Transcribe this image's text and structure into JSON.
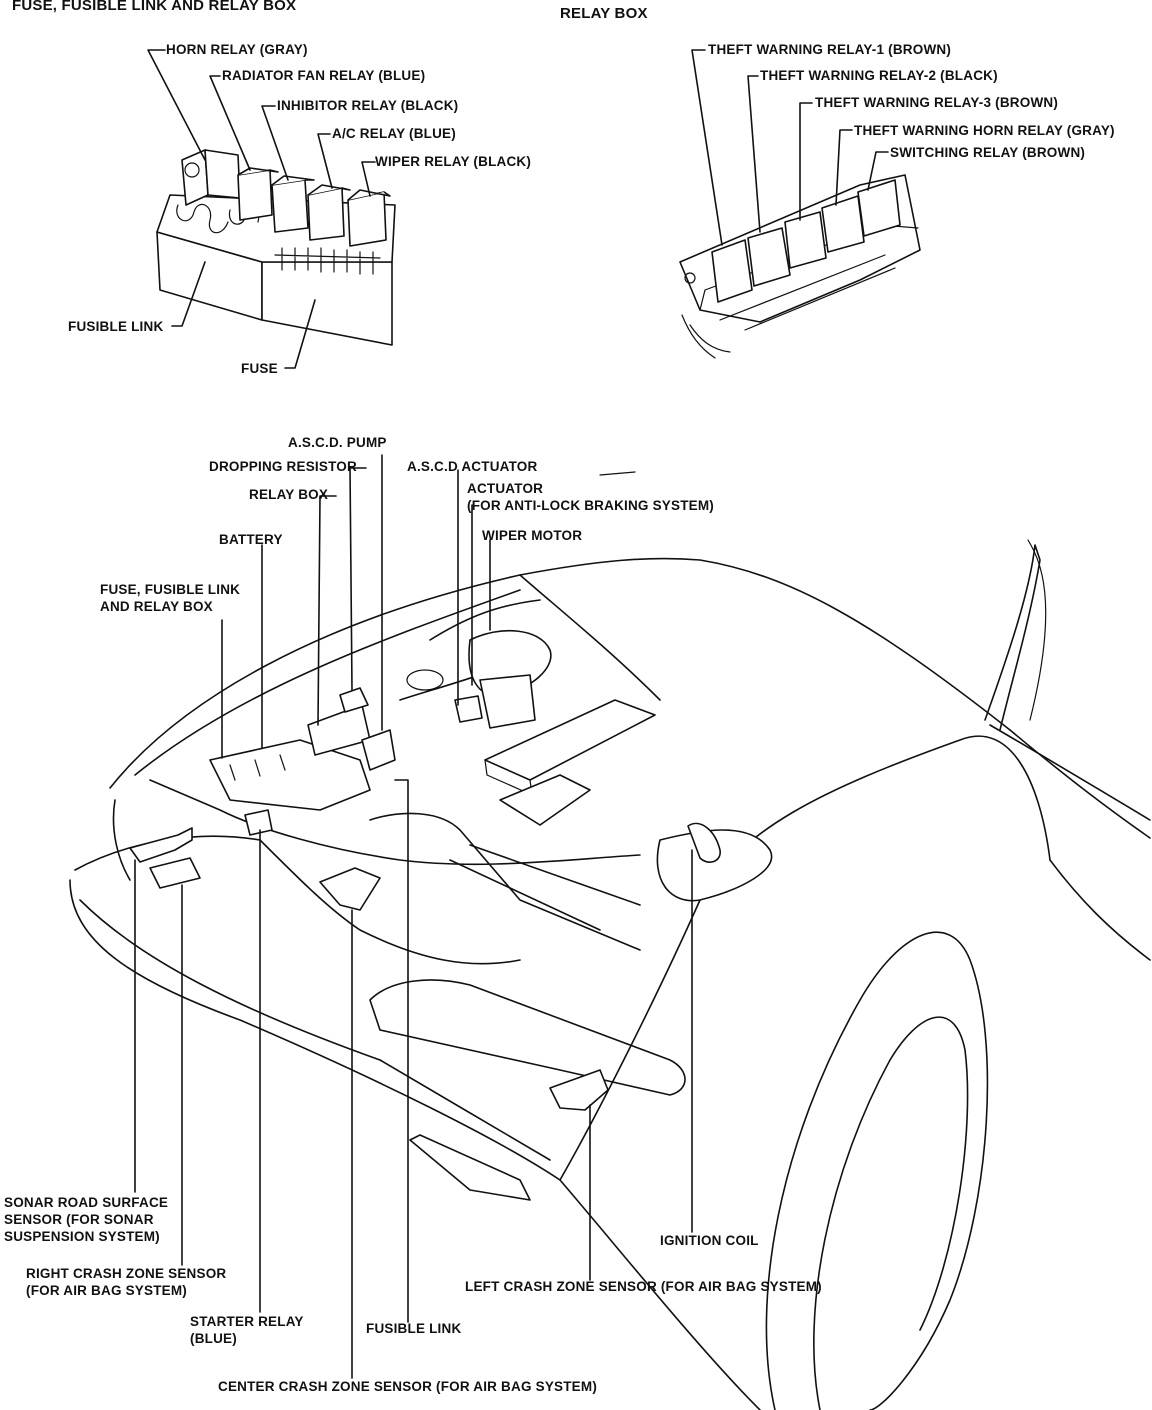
{
  "titles": {
    "fuse_box": "FUSE, FUSIBLE LINK AND RELAY BOX",
    "relay_box": "RELAY BOX"
  },
  "fuse_box_labels": {
    "horn_relay": "HORN RELAY (GRAY)",
    "radiator_fan_relay": "RADIATOR FAN RELAY (BLUE)",
    "inhibitor_relay": "INHIBITOR RELAY (BLACK)",
    "ac_relay": "A/C RELAY (BLUE)",
    "wiper_relay": "WIPER RELAY (BLACK)",
    "fusible_link": "FUSIBLE LINK",
    "fuse": "FUSE"
  },
  "relay_box_labels": {
    "theft_relay_1": "THEFT WARNING RELAY-1 (BROWN)",
    "theft_relay_2": "THEFT WARNING RELAY-2 (BLACK)",
    "theft_relay_3": "THEFT WARNING RELAY-3 (BROWN)",
    "theft_horn_relay": "THEFT WARNING HORN RELAY (GRAY)",
    "switching_relay": "SWITCHING RELAY (BROWN)"
  },
  "engine_labels": {
    "ascd_pump": "A.S.C.D. PUMP",
    "dropping_resistor": "DROPPING RESISTOR",
    "relay_box": "RELAY BOX",
    "battery": "BATTERY",
    "fuse_fusible_relay_box": "FUSE, FUSIBLE LINK\nAND RELAY BOX",
    "ascd_actuator": "A.S.C.D ACTUATOR",
    "abs_actuator": "ACTUATOR\n(FOR ANTI-LOCK BRAKING SYSTEM)",
    "wiper_motor": "WIPER MOTOR",
    "sonar_sensor": "SONAR ROAD SURFACE\nSENSOR (FOR SONAR\nSUSPENSION SYSTEM)",
    "right_crash_sensor": "RIGHT CRASH ZONE SENSOR\n(FOR AIR BAG SYSTEM)",
    "starter_relay": "STARTER RELAY\n(BLUE)",
    "fusible_link": "FUSIBLE LINK",
    "center_crash_sensor": "CENTER CRASH ZONE SENSOR (FOR AIR BAG SYSTEM)",
    "ignition_coil": "IGNITION COIL",
    "left_crash_sensor": "LEFT CRASH ZONE SENSOR (FOR AIR BAG SYSTEM)"
  }
}
